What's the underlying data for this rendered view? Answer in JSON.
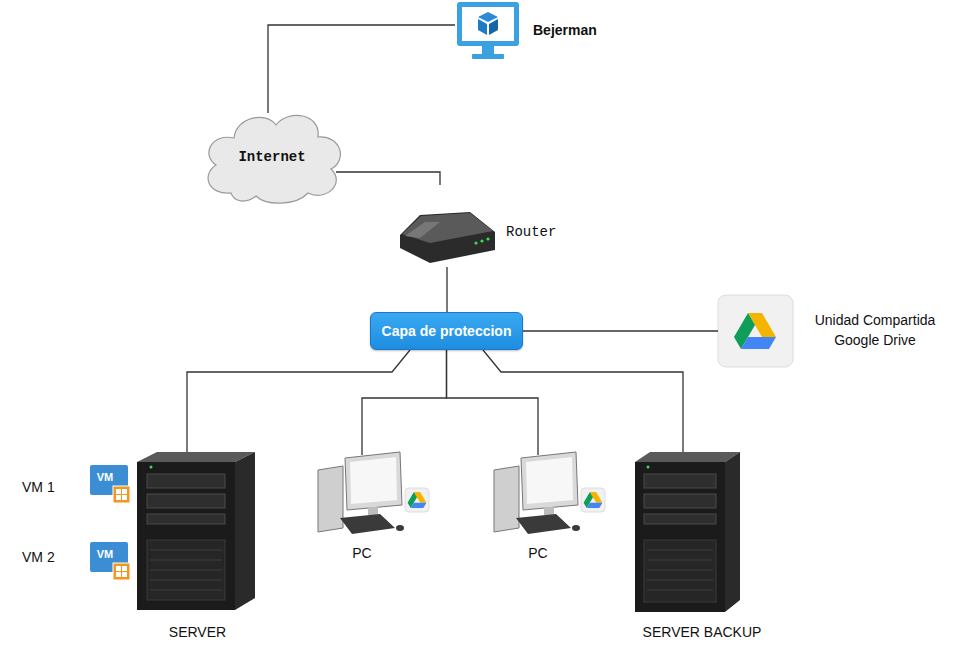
{
  "diagram": {
    "nodes": [
      {
        "text": [
          "Bejerman"
        ]
      },
      {
        "text": [
          "Internet"
        ]
      },
      {
        "text": [
          "Router"
        ]
      },
      {
        "text": [
          "Capa de proteccion"
        ]
      },
      {
        "text": [
          "Unidad Compartida Google Drive"
        ]
      },
      {
        "text": [
          "VM 1",
          "VM"
        ]
      },
      {
        "text": [
          "VM 2",
          "VM"
        ]
      },
      {
        "text": [
          "SERVER"
        ]
      },
      {
        "text": [
          "PC"
        ]
      },
      {
        "text": [
          "PC"
        ]
      },
      {
        "text": [
          "SERVER BACKUP"
        ]
      }
    ],
    "edges": [
      {
        "from": 1,
        "to": 0,
        "arrow": "none"
      },
      {
        "from": 1,
        "to": 2,
        "arrow": "none"
      },
      {
        "from": 2,
        "to": 3,
        "arrow": "none"
      },
      {
        "from": 3,
        "to": 4,
        "arrow": "none"
      },
      {
        "from": 3,
        "to": 7,
        "arrow": "none"
      },
      {
        "from": 3,
        "to": 8,
        "arrow": "none"
      },
      {
        "from": 3,
        "to": 9,
        "arrow": "none"
      },
      {
        "from": 3,
        "to": 10,
        "arrow": "none"
      }
    ]
  }
}
